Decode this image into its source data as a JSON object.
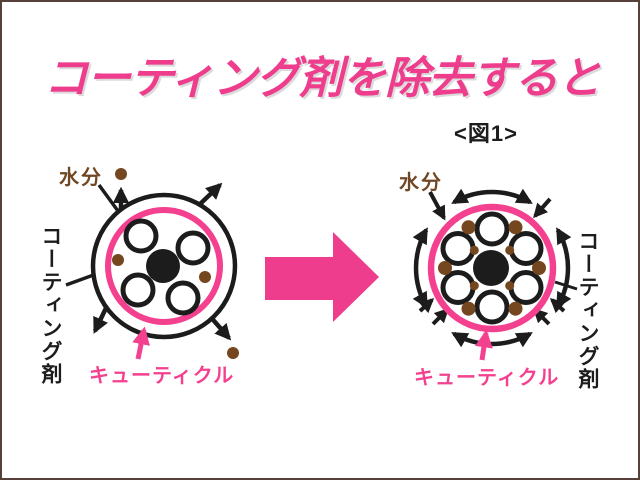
{
  "page": {
    "background": "#ffffff",
    "border_color": "#564039"
  },
  "title": {
    "text": "コーティング剤を除去すると",
    "color": "#ee3d8c"
  },
  "figure_label": {
    "text": "<図1>"
  },
  "palette": {
    "pink_text_and_arrow": "#ee3d8c",
    "pink_circle_stroke": "#f4418f",
    "brown_dots": "#74471f",
    "moisture_label_color": "#6f4724",
    "diagram_line_color": "#1c1c1c"
  },
  "left_diagram": {
    "moisture_label": "水分",
    "coating_label": "コーティング剤",
    "cuticle_label": "キューティクル"
  },
  "right_diagram": {
    "moisture_label": "水分",
    "coating_label": "コーティング剤",
    "cuticle_label": "キューティクル"
  },
  "transition_arrow": {
    "direction": "right",
    "color": "#ee3d8c"
  }
}
